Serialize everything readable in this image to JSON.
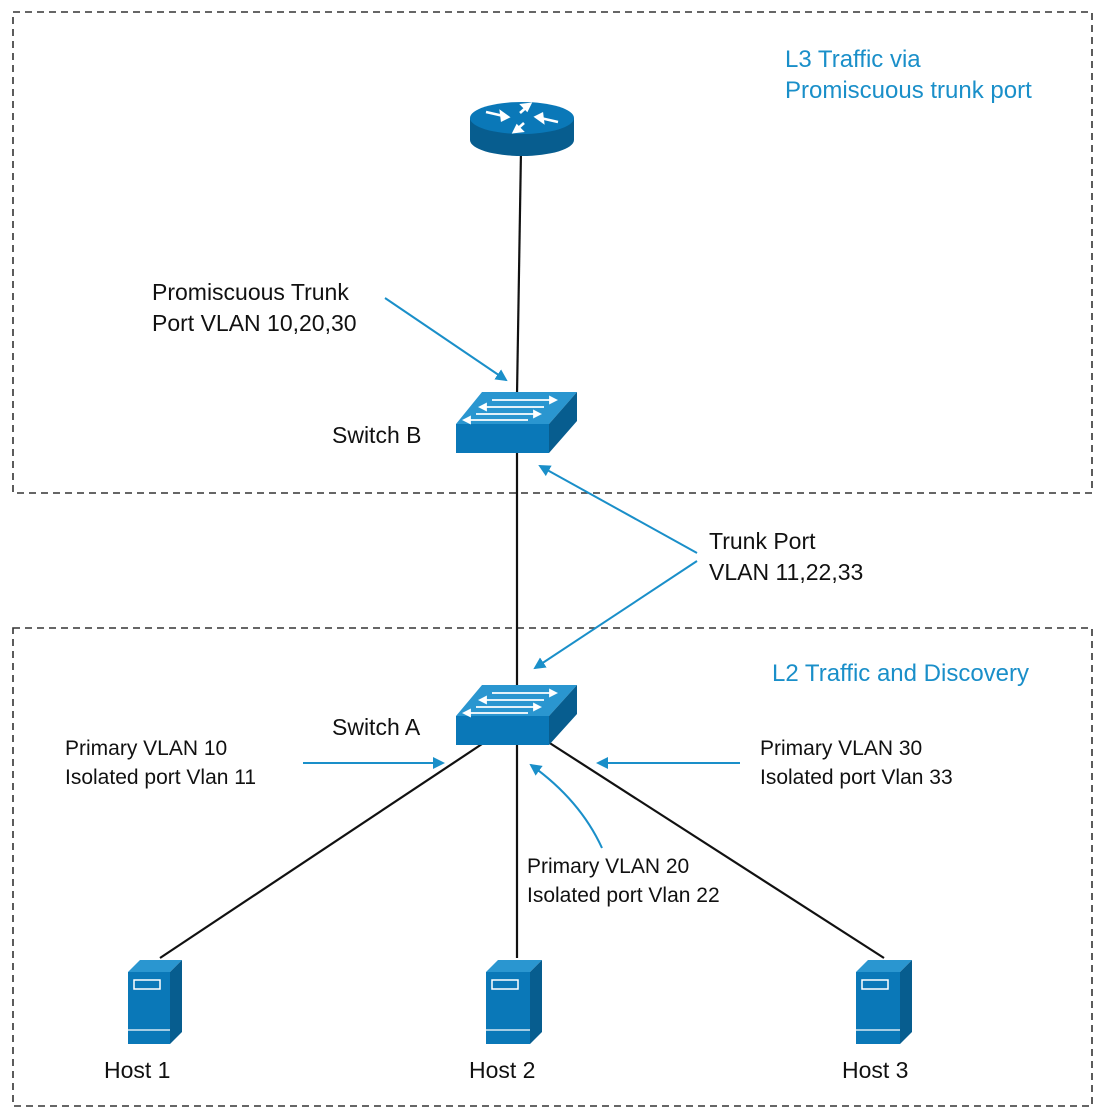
{
  "zones": {
    "l3": {
      "label_line1": "L3 Traffic via",
      "label_line2": "Promiscuous trunk port"
    },
    "l2": {
      "label": "L2 Traffic and Discovery"
    }
  },
  "devices": {
    "router": {
      "icon": "router-icon"
    },
    "switch_b": {
      "label": "Switch B",
      "icon": "switch-icon"
    },
    "switch_a": {
      "label": "Switch A",
      "icon": "switch-icon"
    },
    "hosts": [
      {
        "label": "Host 1",
        "icon": "server-icon"
      },
      {
        "label": "Host 2",
        "icon": "server-icon"
      },
      {
        "label": "Host 3",
        "icon": "server-icon"
      }
    ]
  },
  "annotations": {
    "promiscuous_trunk": {
      "line1": "Promiscuous Trunk",
      "line2": "Port VLAN 10,20,30"
    },
    "trunk_port": {
      "line1": "Trunk Port",
      "line2": "VLAN 11,22,33"
    },
    "host1_port": {
      "line1": "Primary VLAN 10",
      "line2": "Isolated port Vlan 11"
    },
    "host2_port": {
      "line1": "Primary VLAN 20",
      "line2": "Isolated port Vlan 22"
    },
    "host3_port": {
      "line1": "Primary VLAN 30",
      "line2": "Isolated port Vlan 33"
    }
  },
  "colors": {
    "accent": "#1a8fc9",
    "device_fill": "#0a78b8",
    "device_dark": "#075d8f"
  }
}
